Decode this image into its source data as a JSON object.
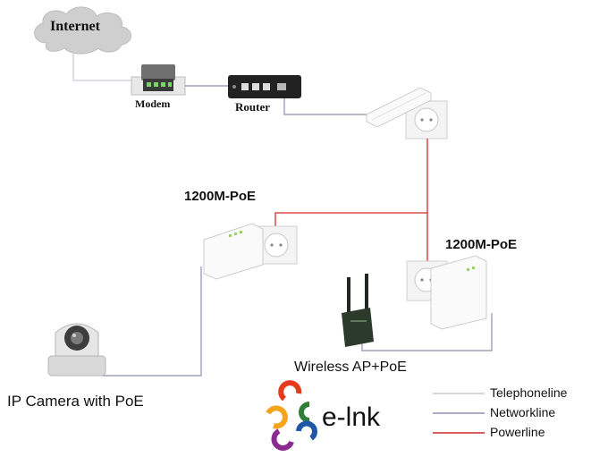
{
  "diagram": {
    "internet_label": "Internet",
    "modem_label": "Modem",
    "router_label": "Router",
    "poe_left_label": "1200M-PoE",
    "poe_right_label": "1200M-PoE",
    "ap_label": "Wireless AP+PoE",
    "camera_label": "IP Camera with PoE"
  },
  "brand": {
    "name": "e-lnk",
    "colors": [
      "#e63a1f",
      "#f4a51c",
      "#2f7f3a",
      "#1f56a8",
      "#8a2b8f"
    ]
  },
  "legend": {
    "items": [
      {
        "label": "Telephoneline",
        "color": "#c9c9d9"
      },
      {
        "label": "Networkline",
        "color": "#8f8fb0"
      },
      {
        "label": "Powerline",
        "color": "#d12a2a"
      }
    ]
  },
  "colors": {
    "telephone_line": "#c9c9d9",
    "network_line": "#8f8fb0",
    "power_line": "#d12a2a",
    "cloud": "#cfcfcf"
  }
}
